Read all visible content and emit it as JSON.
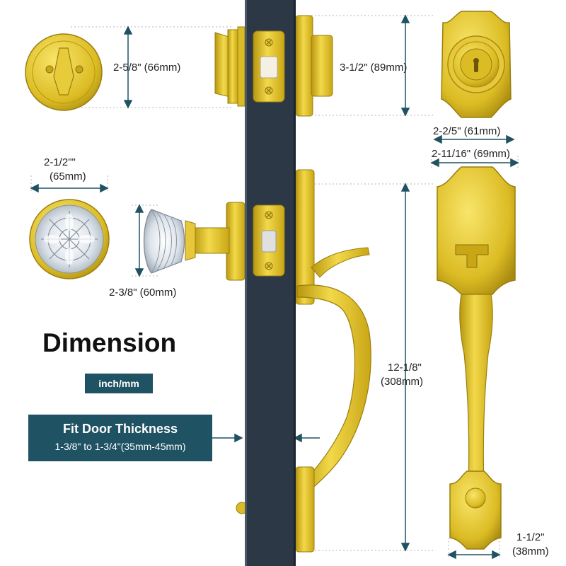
{
  "title": "Dimension",
  "unit_badge": "inch/mm",
  "fit_door": {
    "heading": "Fit Door Thickness",
    "range": "1-3/8\" to 1-3/4\"(35mm-45mm)"
  },
  "dimensions": {
    "deadbolt_thumbturn_diameter": "2-5/8\" (66mm)",
    "deadbolt_exterior_height": "3-1/2\" (89mm)",
    "deadbolt_exterior_width": "2-2/5\" (61mm)",
    "knob_diameter_in": "2-1/2\"\"",
    "knob_diameter_mm": "(65mm)",
    "knob_projection": "2-3/8\" (60mm)",
    "handleset_width": "2-11/16\" (69mm)",
    "handleset_height_in": "12-1/8\"",
    "handleset_height_mm": "(308mm)",
    "handle_base_width_in": "1-1/2\"",
    "handle_base_width_mm": "(38mm)"
  },
  "colors": {
    "door": "#2c3846",
    "brass": "#d4b41c",
    "brass_dark": "#a88a10",
    "accent_panel": "#1f5262",
    "dimension_line": "#1f5262",
    "crystal": "#e4e8ee"
  }
}
